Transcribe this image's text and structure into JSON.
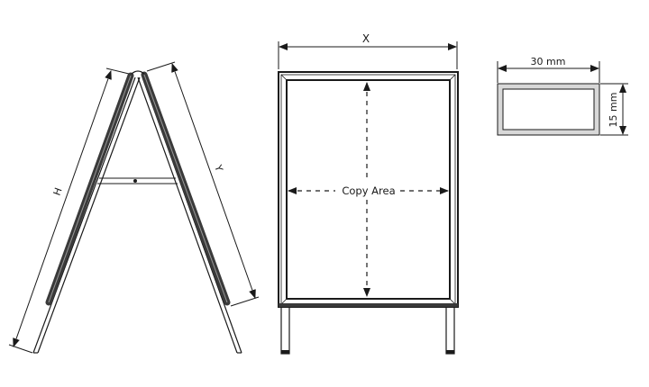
{
  "diagram": {
    "side_view": {
      "label_h": "H",
      "label_y": "Y"
    },
    "front_view": {
      "label_x": "X",
      "copy_area_label": "Copy Area"
    },
    "profile_section": {
      "width_label": "30 mm",
      "height_label": "15 mm"
    },
    "colors": {
      "line": "#1a1a1a",
      "frame_fill": "#d8d8d8",
      "frame_dark": "#3a3a3a",
      "background": "#ffffff"
    }
  }
}
